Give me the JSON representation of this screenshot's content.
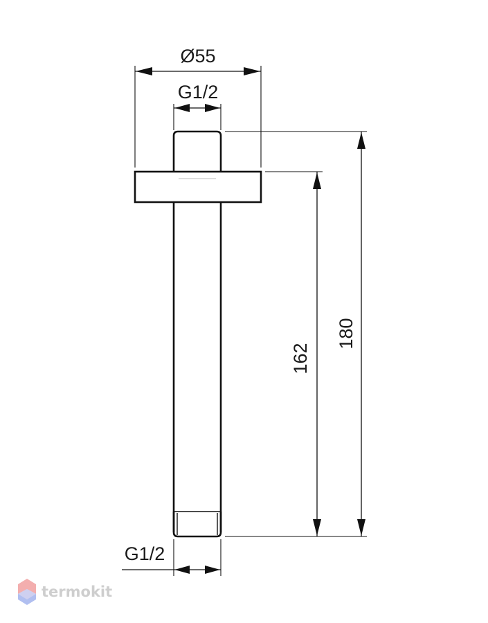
{
  "diagram": {
    "dimensions": {
      "flange_diameter": "Ø55",
      "top_thread": "G1/2",
      "bottom_thread": "G1/2",
      "length_below_flange": "162",
      "total_length": "180"
    }
  },
  "watermark": {
    "text": "termokit",
    "logo_colors": [
      "#f2a6a6",
      "#a9b9ef",
      "#c9ccef"
    ]
  }
}
